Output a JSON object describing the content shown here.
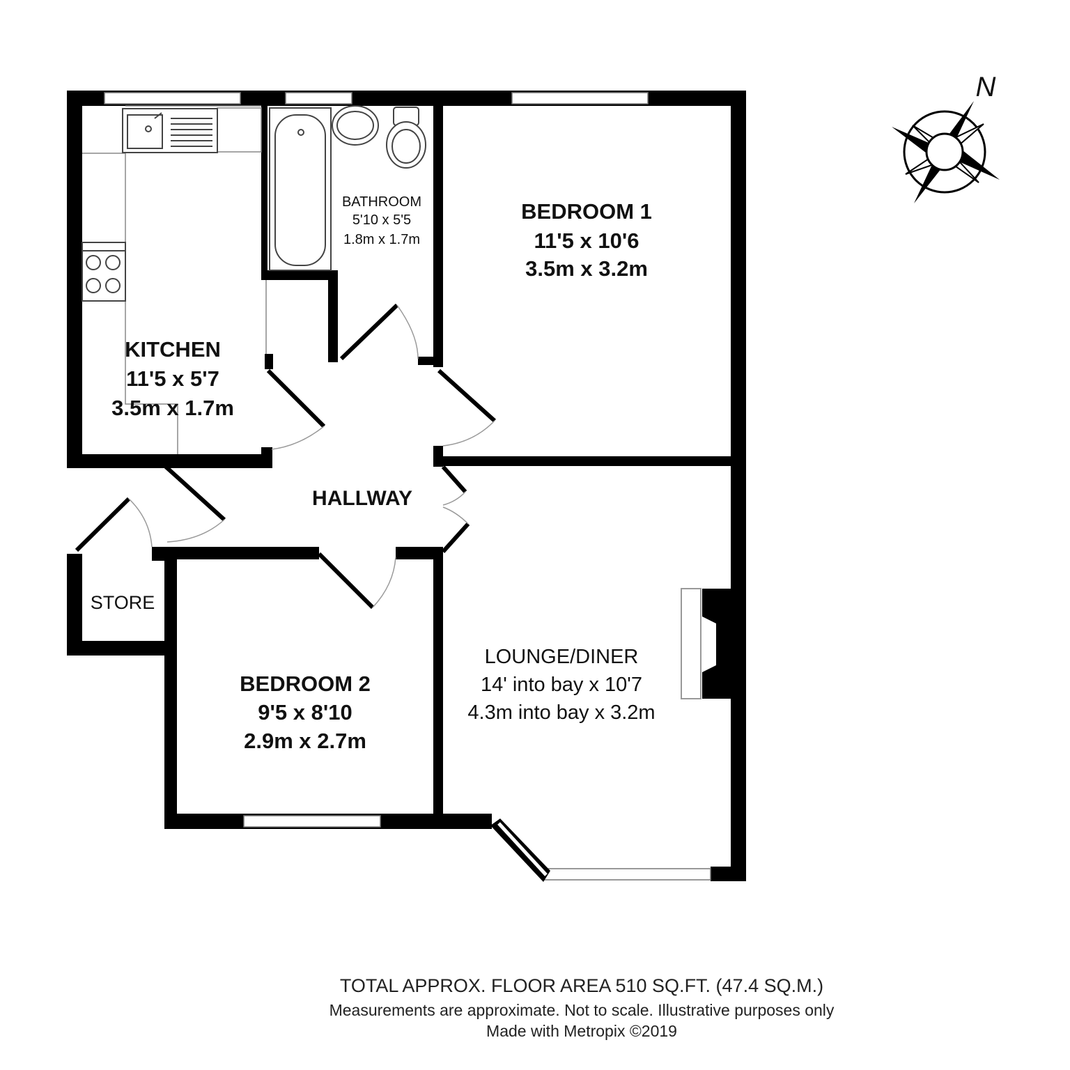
{
  "rooms": {
    "kitchen": {
      "name": "KITCHEN",
      "imperial": "11'5 x 5'7",
      "metric": "3.5m x 1.7m"
    },
    "bathroom": {
      "name": "BATHROOM",
      "imperial": "5'10 x 5'5",
      "metric": "1.8m x 1.7m"
    },
    "bedroom1": {
      "name": "BEDROOM 1",
      "imperial": "11'5 x 10'6",
      "metric": "3.5m x 3.2m"
    },
    "hallway": {
      "name": "HALLWAY"
    },
    "store": {
      "name": "STORE"
    },
    "bedroom2": {
      "name": "BEDROOM 2",
      "imperial": "9'5 x 8'10",
      "metric": "2.9m x 2.7m"
    },
    "lounge": {
      "name": "LOUNGE/DINER",
      "imperial": "14' into bay x 10'7",
      "metric": "4.3m into bay x 3.2m"
    }
  },
  "compass": {
    "label": "N"
  },
  "footer": {
    "area": "TOTAL APPROX. FLOOR AREA 510 SQ.FT. (47.4 SQ.M.)",
    "disclaimer": "Measurements are approximate.  Not to scale.  Illustrative purposes only",
    "credit": "Made with Metropix ©2019"
  },
  "colors": {
    "wall": "#000000",
    "fixture": "#555555",
    "window": "#ffffff"
  }
}
